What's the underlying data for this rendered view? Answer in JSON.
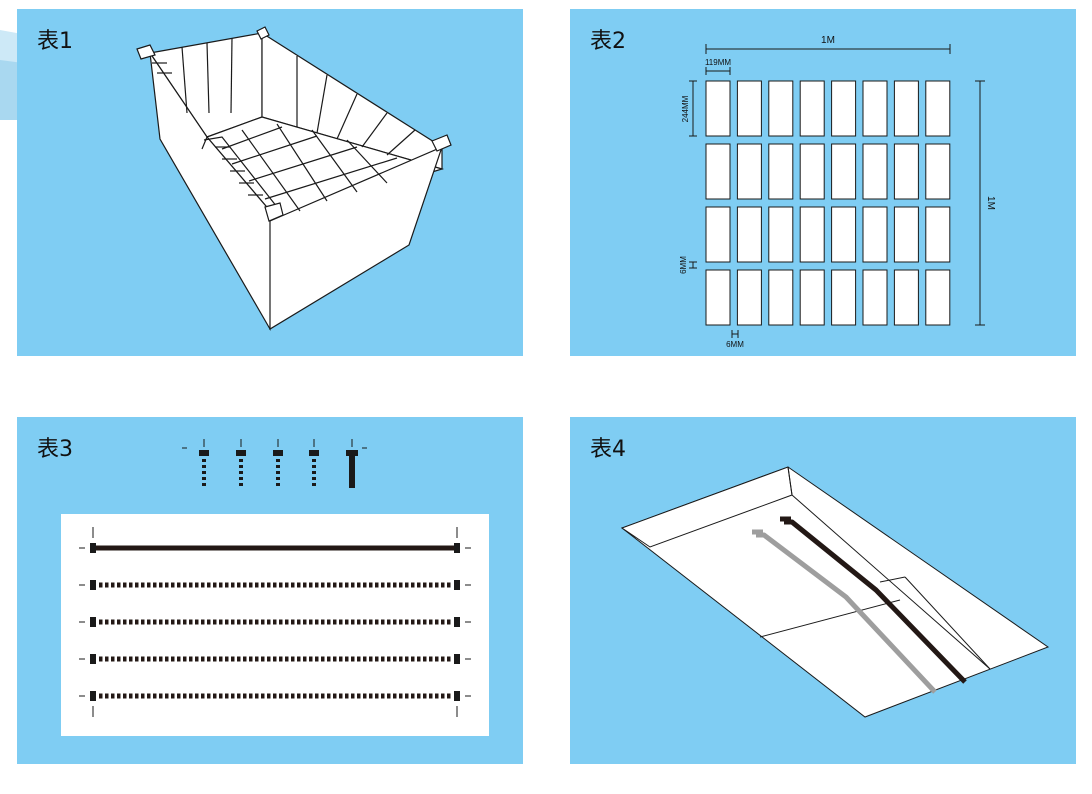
{
  "panels": {
    "p1": {
      "title": "表1"
    },
    "p2": {
      "title": "表2",
      "dims": {
        "width": "1M",
        "height": "1M",
        "cell_width": "119MM",
        "cell_height": "244MM",
        "gap_v": "6MM",
        "gap_h": "6MM"
      },
      "grid": {
        "rows": 4,
        "cols": 8
      }
    },
    "p3": {
      "title": "表3",
      "bars": [
        "solid",
        "dashed",
        "dashed",
        "dashed",
        "dashed"
      ]
    },
    "p4": {
      "title": "表4"
    }
  },
  "colors": {
    "panel_bg": "#7fcdf3",
    "line": "#1a1a1a",
    "white": "#ffffff",
    "gray_cable": "#9e9e9e",
    "dark_cable": "#231815"
  }
}
